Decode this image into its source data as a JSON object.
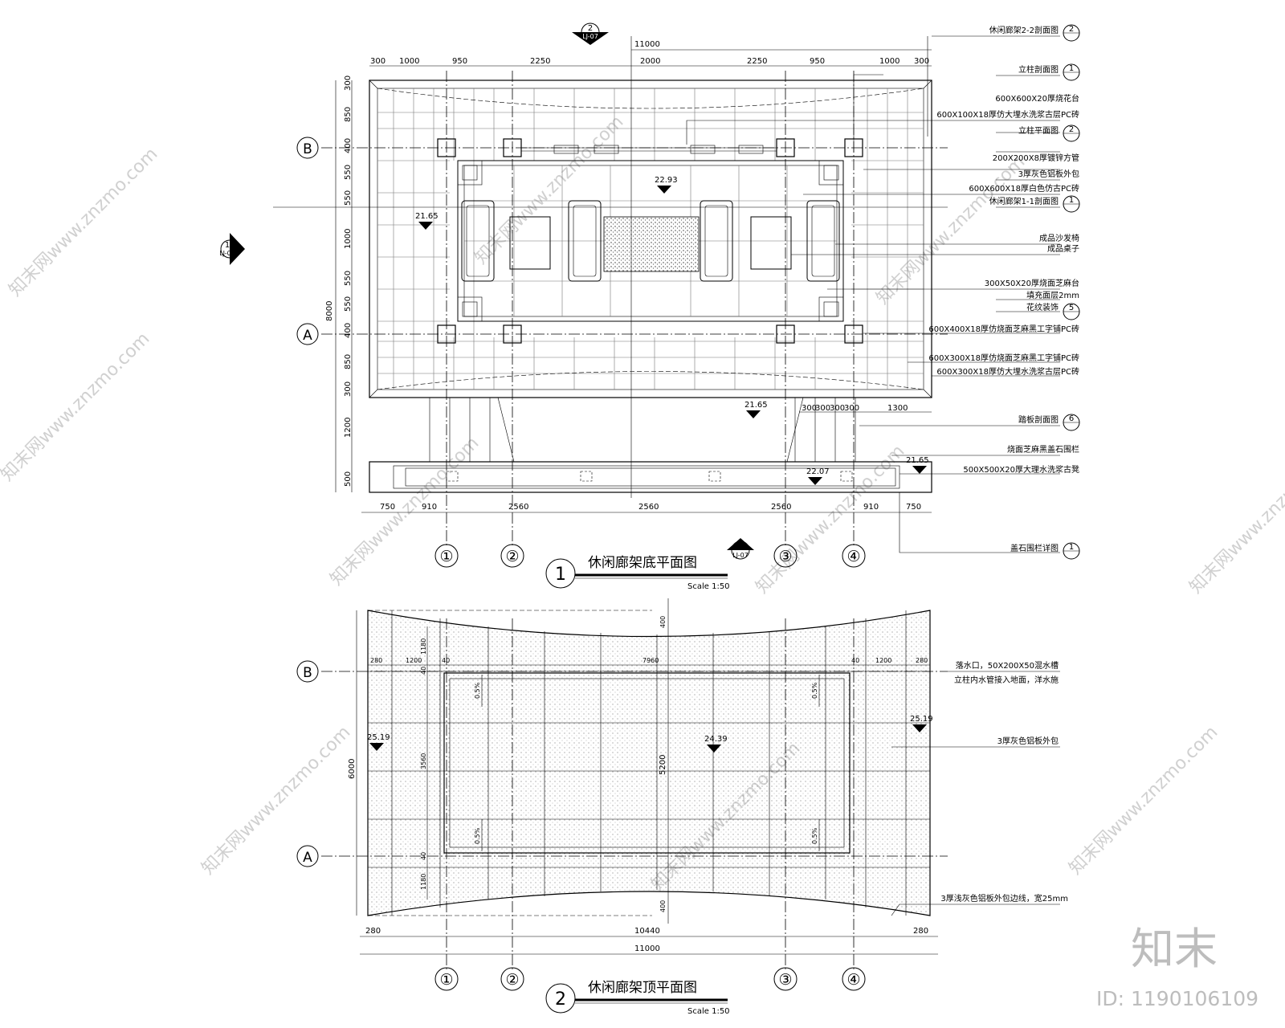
{
  "plan_bottom": {
    "title": "休闲廊架底平面图",
    "number": "1",
    "scale": "Scale 1:50",
    "overall_dim": "11000",
    "top_dims": [
      "300",
      "1000",
      "950",
      "2250",
      "2000",
      "2250",
      "950",
      "1000",
      "300"
    ],
    "left_dims": [
      "300",
      "850",
      "400",
      "550",
      "550",
      "1000",
      "550",
      "550",
      "400",
      "850",
      "300",
      "1200",
      "500"
    ],
    "left_total": "8000",
    "bottom_dims": [
      "750",
      "910",
      "2560",
      "2560",
      "2560",
      "910",
      "750"
    ],
    "step_dims": [
      "300",
      "300",
      "300",
      "300",
      "1300"
    ],
    "elevations": [
      "22.93",
      "21.65",
      "21.65",
      "22.07",
      "21.65"
    ],
    "axes_cols": [
      "①",
      "②",
      "③",
      "④"
    ],
    "axes_rows": [
      "B",
      "A"
    ],
    "callouts": [
      "休闲廊架2-2剖面图",
      "立柱剖面图",
      "600X600X20厚烧花台",
      "600X100X18厚仿大埋水洗浆古层PC砖",
      "立柱平面图",
      "200X200X8厚镀锌方管",
      "3厚灰色铝板外包",
      "600X600X18厚白色仿古PC砖",
      "休闲廊架1-1剖面图",
      "成品沙发椅",
      "成品桌子",
      "300X50X20厚烧面芝麻台",
      "填充面层2mm",
      "花纹装饰",
      "600X400X18厚仿烧面芝麻黑工字铺PC砖",
      "600X300X18厚仿烧面芝麻黑工字铺PC砖",
      "600X300X18厚仿大埋水洗浆古层PC砖",
      "踏板剖面图",
      "烧面芝麻黑盖石围栏",
      "500X500X20厚大理水洗浆古凳",
      "盖石围栏详图"
    ],
    "callout_tags": [
      "2",
      "1",
      "2",
      "1",
      "5",
      "6",
      "1"
    ]
  },
  "plan_top": {
    "title": "休闲廊架顶平面图",
    "number": "2",
    "scale": "Scale 1:50",
    "overall_dim": "11000",
    "inner_dim": "10440",
    "edge_dim": "280",
    "top_dims": [
      "280",
      "1200",
      "40",
      "7960",
      "40",
      "1200",
      "280"
    ],
    "left_dims": [
      "1180",
      "40",
      "3560",
      "40",
      "1180"
    ],
    "left_total": "6000",
    "center_v": "5200",
    "sag_dim": "400",
    "slopes": [
      "0.5%",
      "0.5%",
      "0.5%",
      "0.5%"
    ],
    "elevations": [
      "24.39",
      "25.19",
      "25.19"
    ],
    "axes_cols": [
      "①",
      "②",
      "③",
      "④"
    ],
    "axes_rows": [
      "B",
      "A"
    ],
    "callouts": [
      "落水口，50X200X50混水槽",
      "立柱内水管接入地面，洋水施",
      "3厚灰色铝板外包",
      "3厚浅灰色铝板外包边线，宽25mm"
    ]
  },
  "section_marks": {
    "top_mark": "2",
    "top_mark_ref": "LJ-07",
    "left_mark": "1",
    "left_mark_ref": "LJ-07",
    "mid_mark": "1",
    "mid_mark_ref": "LJ-07"
  },
  "brand": {
    "logo_text": "知末",
    "id_text": "ID: 1190106109",
    "watermark": "知末网www.znzmo.com"
  }
}
